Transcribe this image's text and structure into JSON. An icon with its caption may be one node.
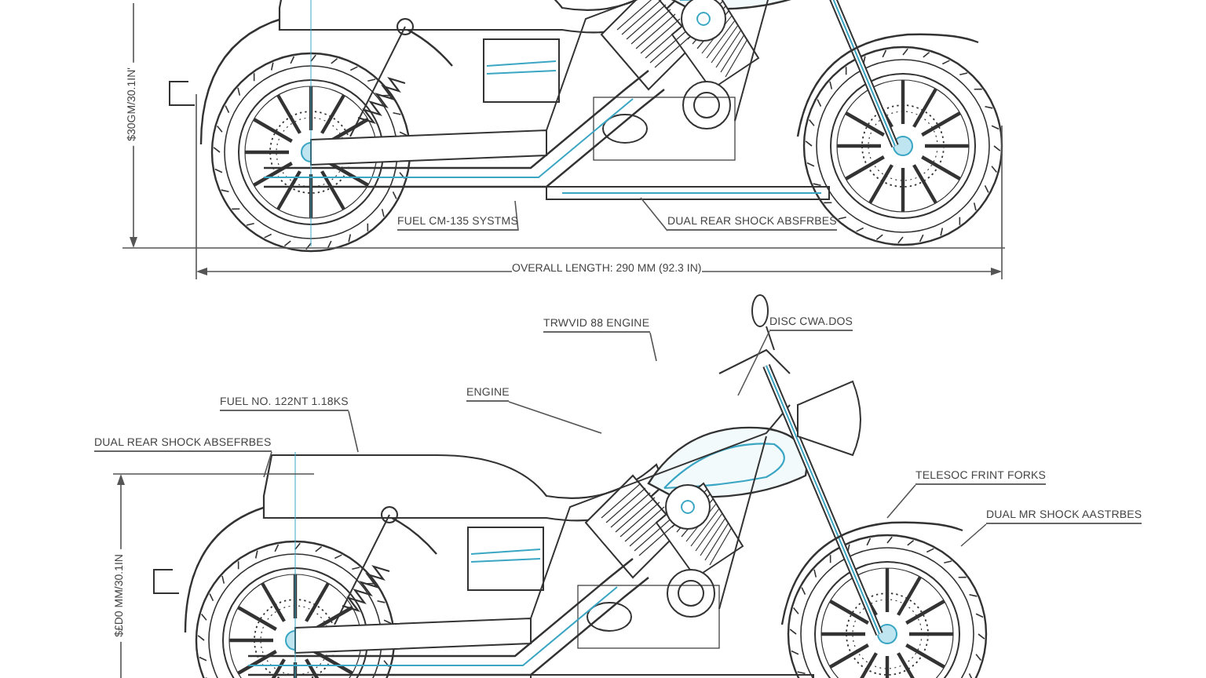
{
  "diagram": {
    "nodes": [
      {
        "text": [
          "FUEL CM-135 SYSTMS"
        ]
      },
      {
        "text": [
          "DUAL REAR SHOCK ABSFRBES"
        ]
      },
      {
        "text": [
          "TRWVID 88 ENGINE"
        ]
      },
      {
        "text": [
          "DISC CWA.DOS"
        ]
      },
      {
        "text": [
          "ENGINE"
        ]
      },
      {
        "text": [
          "FUEL NO. 122NT 1.18KS"
        ]
      },
      {
        "text": [
          "DUAL REAR SHOCK ABSEFRBES"
        ]
      },
      {
        "text": [
          "TELESOC FRINT FORKS"
        ]
      },
      {
        "text": [
          "DUAL MR SHOCK AASTRBES"
        ]
      }
    ],
    "edges": [
      {
        "from": 0,
        "to": null,
        "arrow": "none"
      },
      {
        "from": 1,
        "to": null,
        "arrow": "none"
      },
      {
        "from": 2,
        "to": null,
        "arrow": "none"
      },
      {
        "from": 3,
        "to": null,
        "arrow": "none"
      },
      {
        "from": 4,
        "to": null,
        "arrow": "none"
      },
      {
        "from": 5,
        "to": null,
        "arrow": "none"
      },
      {
        "from": 6,
        "to": null,
        "arrow": "none"
      },
      {
        "from": 7,
        "to": null,
        "arrow": "none"
      },
      {
        "from": 8,
        "to": null,
        "arrow": "none"
      }
    ],
    "labels": [
      "$30GM/30.1IN'",
      "OVERALL LENGTH: 290 MM (92.3 IN)",
      "$£D0 MM/30.1IN"
    ]
  }
}
